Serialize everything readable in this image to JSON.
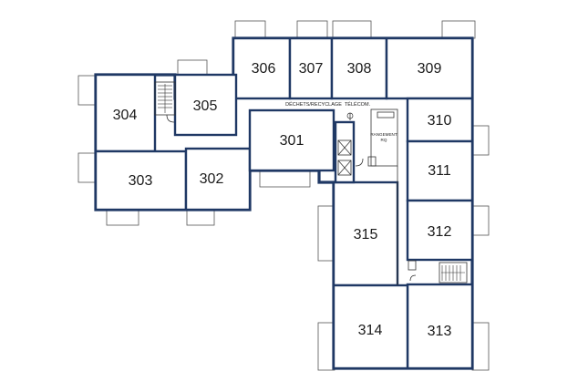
{
  "floor_plan": {
    "rooms": [
      {
        "id": "301",
        "label": "301"
      },
      {
        "id": "302",
        "label": "302"
      },
      {
        "id": "303",
        "label": "303"
      },
      {
        "id": "304",
        "label": "304"
      },
      {
        "id": "305",
        "label": "305"
      },
      {
        "id": "306",
        "label": "306"
      },
      {
        "id": "307",
        "label": "307"
      },
      {
        "id": "308",
        "label": "308"
      },
      {
        "id": "309",
        "label": "309"
      },
      {
        "id": "310",
        "label": "310"
      },
      {
        "id": "311",
        "label": "311"
      },
      {
        "id": "312",
        "label": "312"
      },
      {
        "id": "313",
        "label": "313"
      },
      {
        "id": "314",
        "label": "314"
      },
      {
        "id": "315",
        "label": "315"
      }
    ],
    "services": {
      "waste": "DÉCHETS/RECYCLAGE",
      "telecom": "TÉLÉCOM.",
      "storage_line1": "RANGEMENT",
      "storage_line2": "RQ"
    },
    "colors": {
      "wall": "#1f3864",
      "text": "#1a1a1a"
    }
  }
}
